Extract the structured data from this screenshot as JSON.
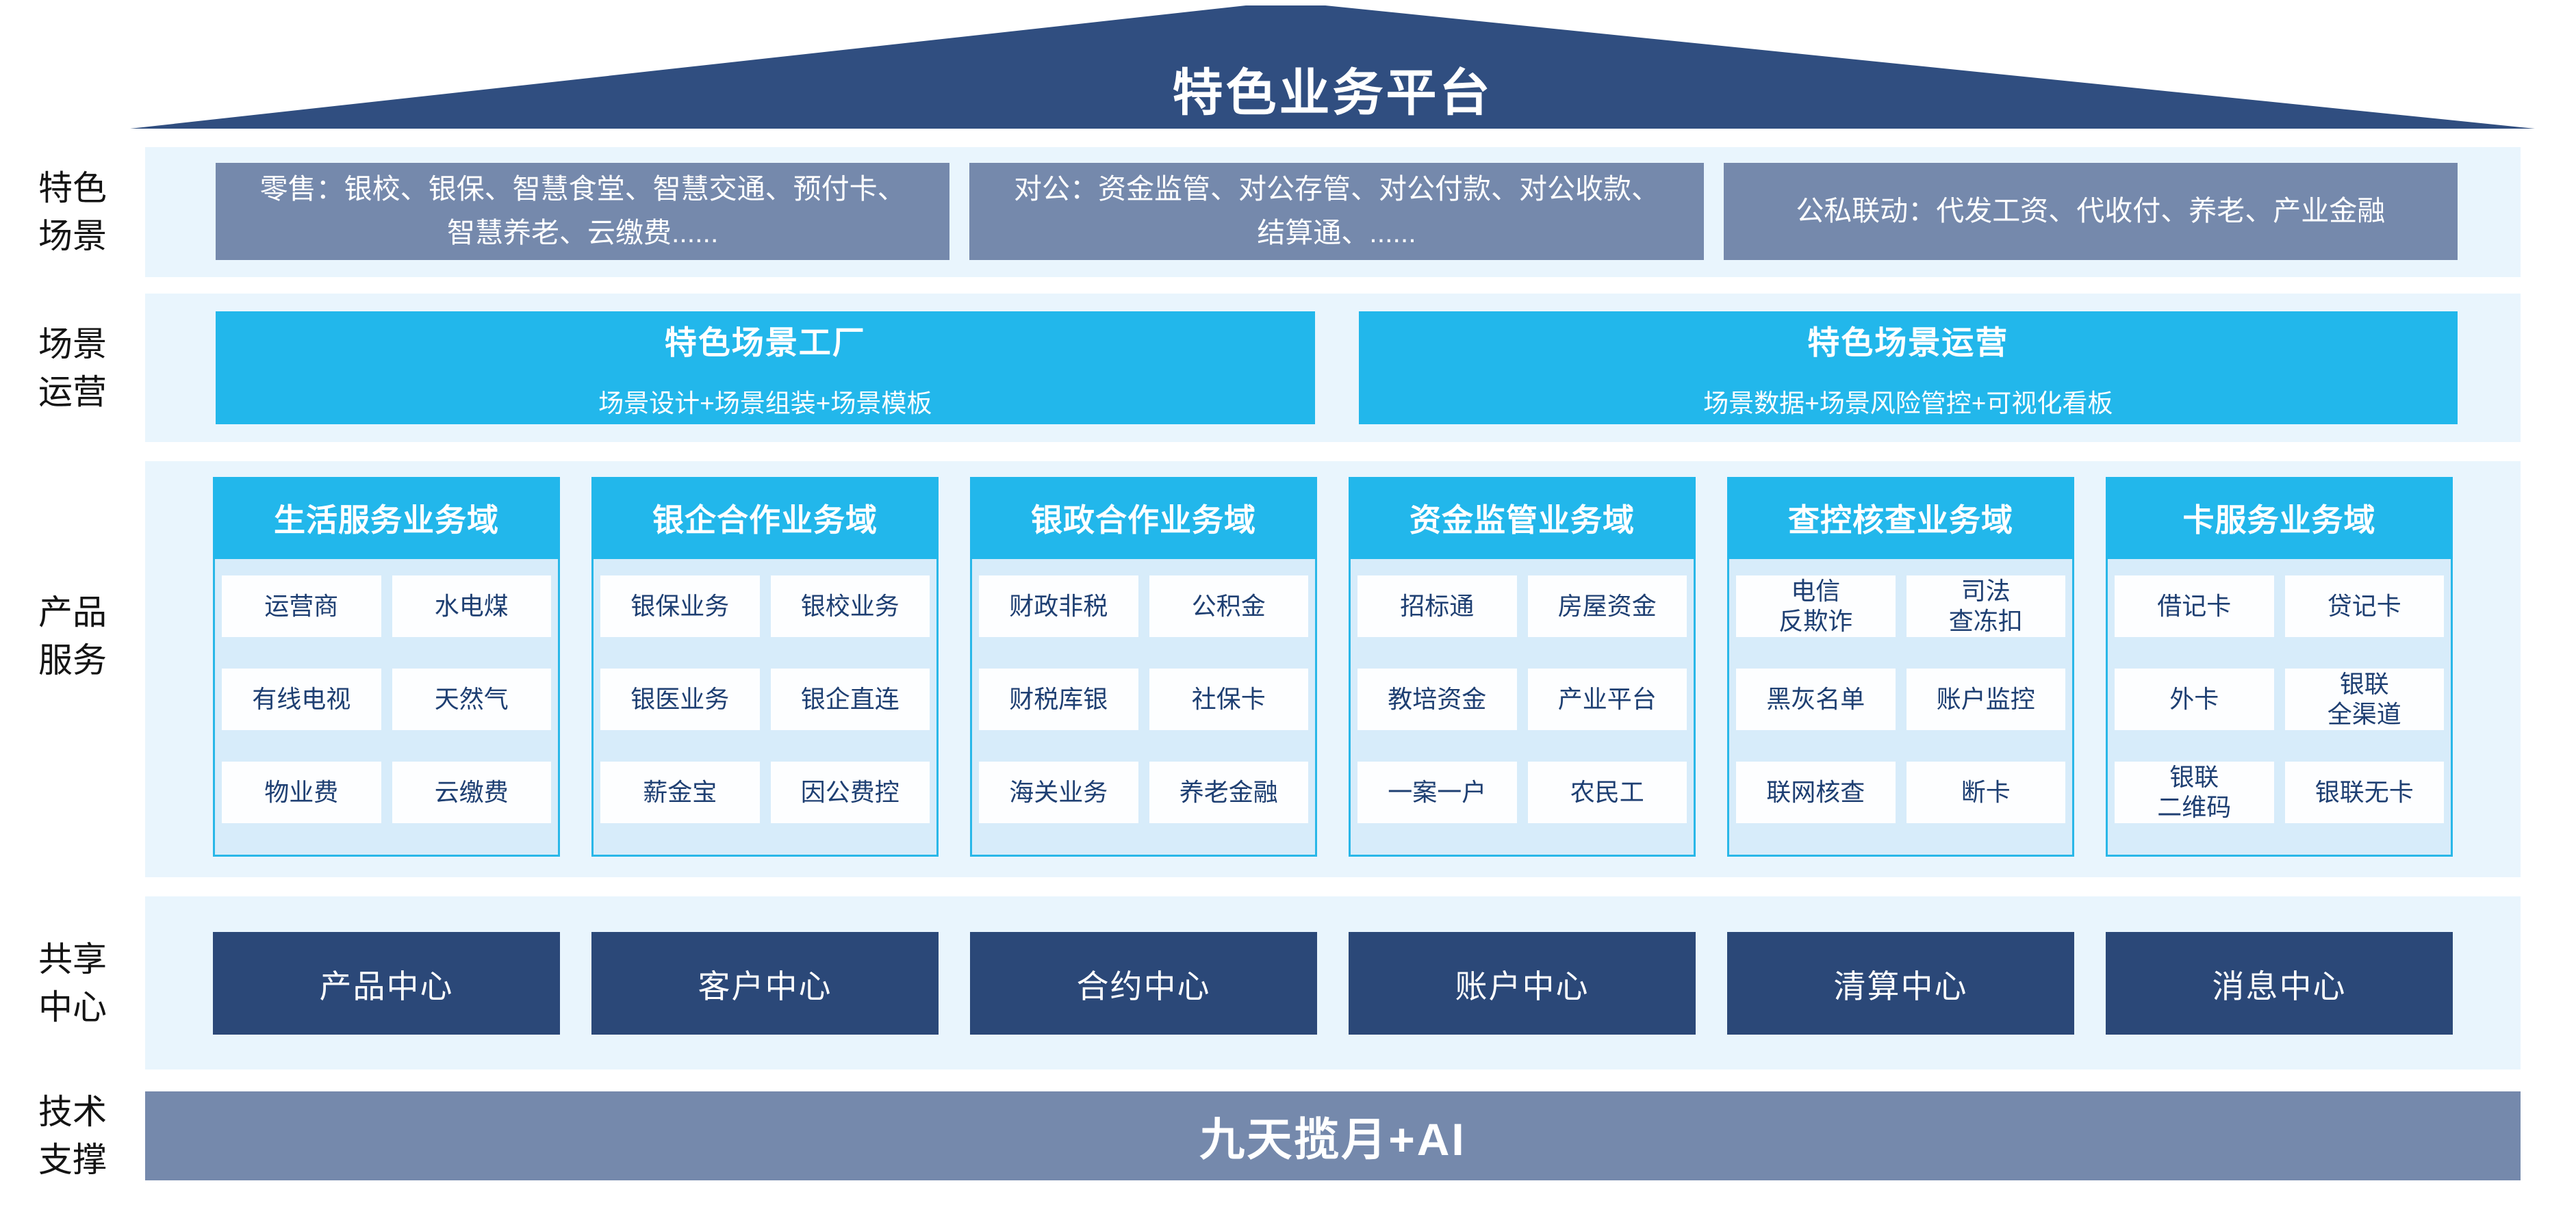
{
  "palette": {
    "roof_navy": "#304E80",
    "center_navy": "#2B4878",
    "slate_blue": "#7589AC",
    "cyan": "#22B7EB",
    "band_bg": "#E9F5FD",
    "panel_bg": "#D7ECFA",
    "cell_bg": "#FDFEFF",
    "cell_text": "#1E3F72"
  },
  "roof": {
    "title": "特色业务平台"
  },
  "scene_band": {
    "label": "特色\n场景",
    "boxes": [
      "零售：银校、银保、智慧食堂、智慧交通、预付卡、智慧养老、云缴费......",
      "对公：资金监管、对公存管、对公付款、对公收款、结算通、......",
      "公私联动：代发工资、代收付、养老、产业金融"
    ]
  },
  "operation_band": {
    "label": "场景\n运营",
    "boxes": [
      {
        "title": "特色场景工厂",
        "subtitle": "场景设计+场景组装+场景模板"
      },
      {
        "title": "特色场景运营",
        "subtitle": "场景数据+场景风险管控+可视化看板"
      }
    ]
  },
  "product_band": {
    "label": "产品\n服务",
    "domains": [
      {
        "header": "生活服务业务域",
        "cells": [
          "运营商",
          "水电煤",
          "有线电视",
          "天然气",
          "物业费",
          "云缴费"
        ]
      },
      {
        "header": "银企合作业务域",
        "cells": [
          "银保业务",
          "银校业务",
          "银医业务",
          "银企直连",
          "薪金宝",
          "因公费控"
        ]
      },
      {
        "header": "银政合作业务域",
        "cells": [
          "财政非税",
          "公积金",
          "财税库银",
          "社保卡",
          "海关业务",
          "养老金融"
        ]
      },
      {
        "header": "资金监管业务域",
        "cells": [
          "招标通",
          "房屋资金",
          "教培资金",
          "产业平台",
          "一案一户",
          "农民工"
        ]
      },
      {
        "header": "查控核查业务域",
        "cells": [
          "电信\n反欺诈",
          "司法\n查冻扣",
          "黑灰名单",
          "账户监控",
          "联网核查",
          "断卡"
        ]
      },
      {
        "header": "卡服务业务域",
        "cells": [
          "借记卡",
          "贷记卡",
          "外卡",
          "银联\n全渠道",
          "银联\n二维码",
          "银联无卡"
        ]
      }
    ]
  },
  "share_band": {
    "label": "共享\n中心",
    "centers": [
      "产品中心",
      "客户中心",
      "合约中心",
      "账户中心",
      "清算中心",
      "消息中心"
    ]
  },
  "tech_band": {
    "label": "技术\n支撑",
    "bar": "九天揽月+AI"
  }
}
